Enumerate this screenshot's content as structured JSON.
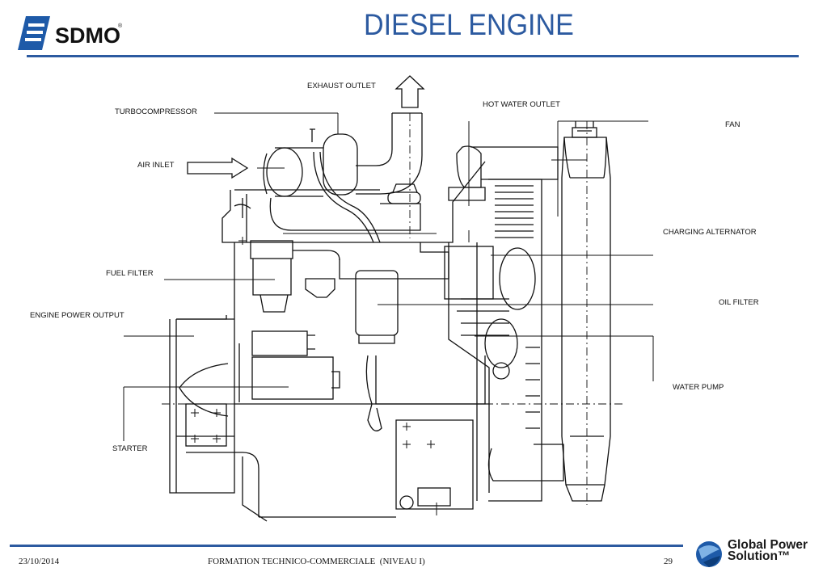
{
  "header": {
    "brand": "SDMO",
    "title": "DIESEL ENGINE"
  },
  "labels": {
    "exhaust_outlet": "EXHAUST OUTLET",
    "hot_water_outlet": "HOT WATER OUTLET",
    "turbocompressor": "TURBOCOMPRESSOR",
    "fan": "FAN",
    "air_inlet": "AIR INLET",
    "charging_alternator": "CHARGING ALTERNATOR",
    "fuel_filter": "FUEL FILTER",
    "oil_filter": "OIL FILTER",
    "engine_power_output": "ENGINE POWER OUTPUT",
    "water_pump": "WATER PUMP",
    "starter": "STARTER"
  },
  "footer": {
    "date": "23/10/2014",
    "course": "FORMATION TECHNICO-COMMERCIALE  (NIVEAU I)",
    "page": "29",
    "partner_line1": "Global Power",
    "partner_line2": "Solution™"
  },
  "colors": {
    "accent": "#2c5aa0",
    "logo_blue": "#1e5aa8"
  }
}
